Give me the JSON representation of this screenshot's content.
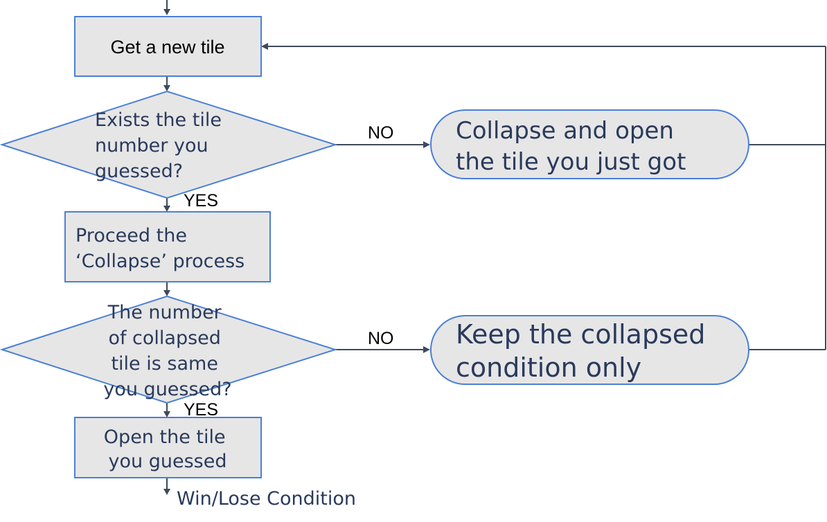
{
  "nodes": {
    "get_tile": "Get a new tile",
    "exists_q": [
      "Exists the tile",
      "number you",
      "guessed?"
    ],
    "proceed": [
      "Proceed the",
      "‘Collapse’ process"
    ],
    "count_q": [
      "The number",
      "of collapsed",
      "tile is same",
      "you guessed?"
    ],
    "open_tile": [
      "Open the tile",
      "you guessed"
    ],
    "collapse_open": [
      "Collapse and open",
      "the tile you just got"
    ],
    "keep_collapsed": [
      "Keep the collapsed",
      "condition only"
    ]
  },
  "edge_labels": {
    "no_1": "NO",
    "yes_1": "YES",
    "no_2": "NO",
    "yes_2": "YES",
    "end": "Win/Lose Condition"
  },
  "colors": {
    "fill": "#e6e6e6",
    "border": "#4a7fd6",
    "connector": "#3f4a5a",
    "text": "#2a3a5c"
  }
}
